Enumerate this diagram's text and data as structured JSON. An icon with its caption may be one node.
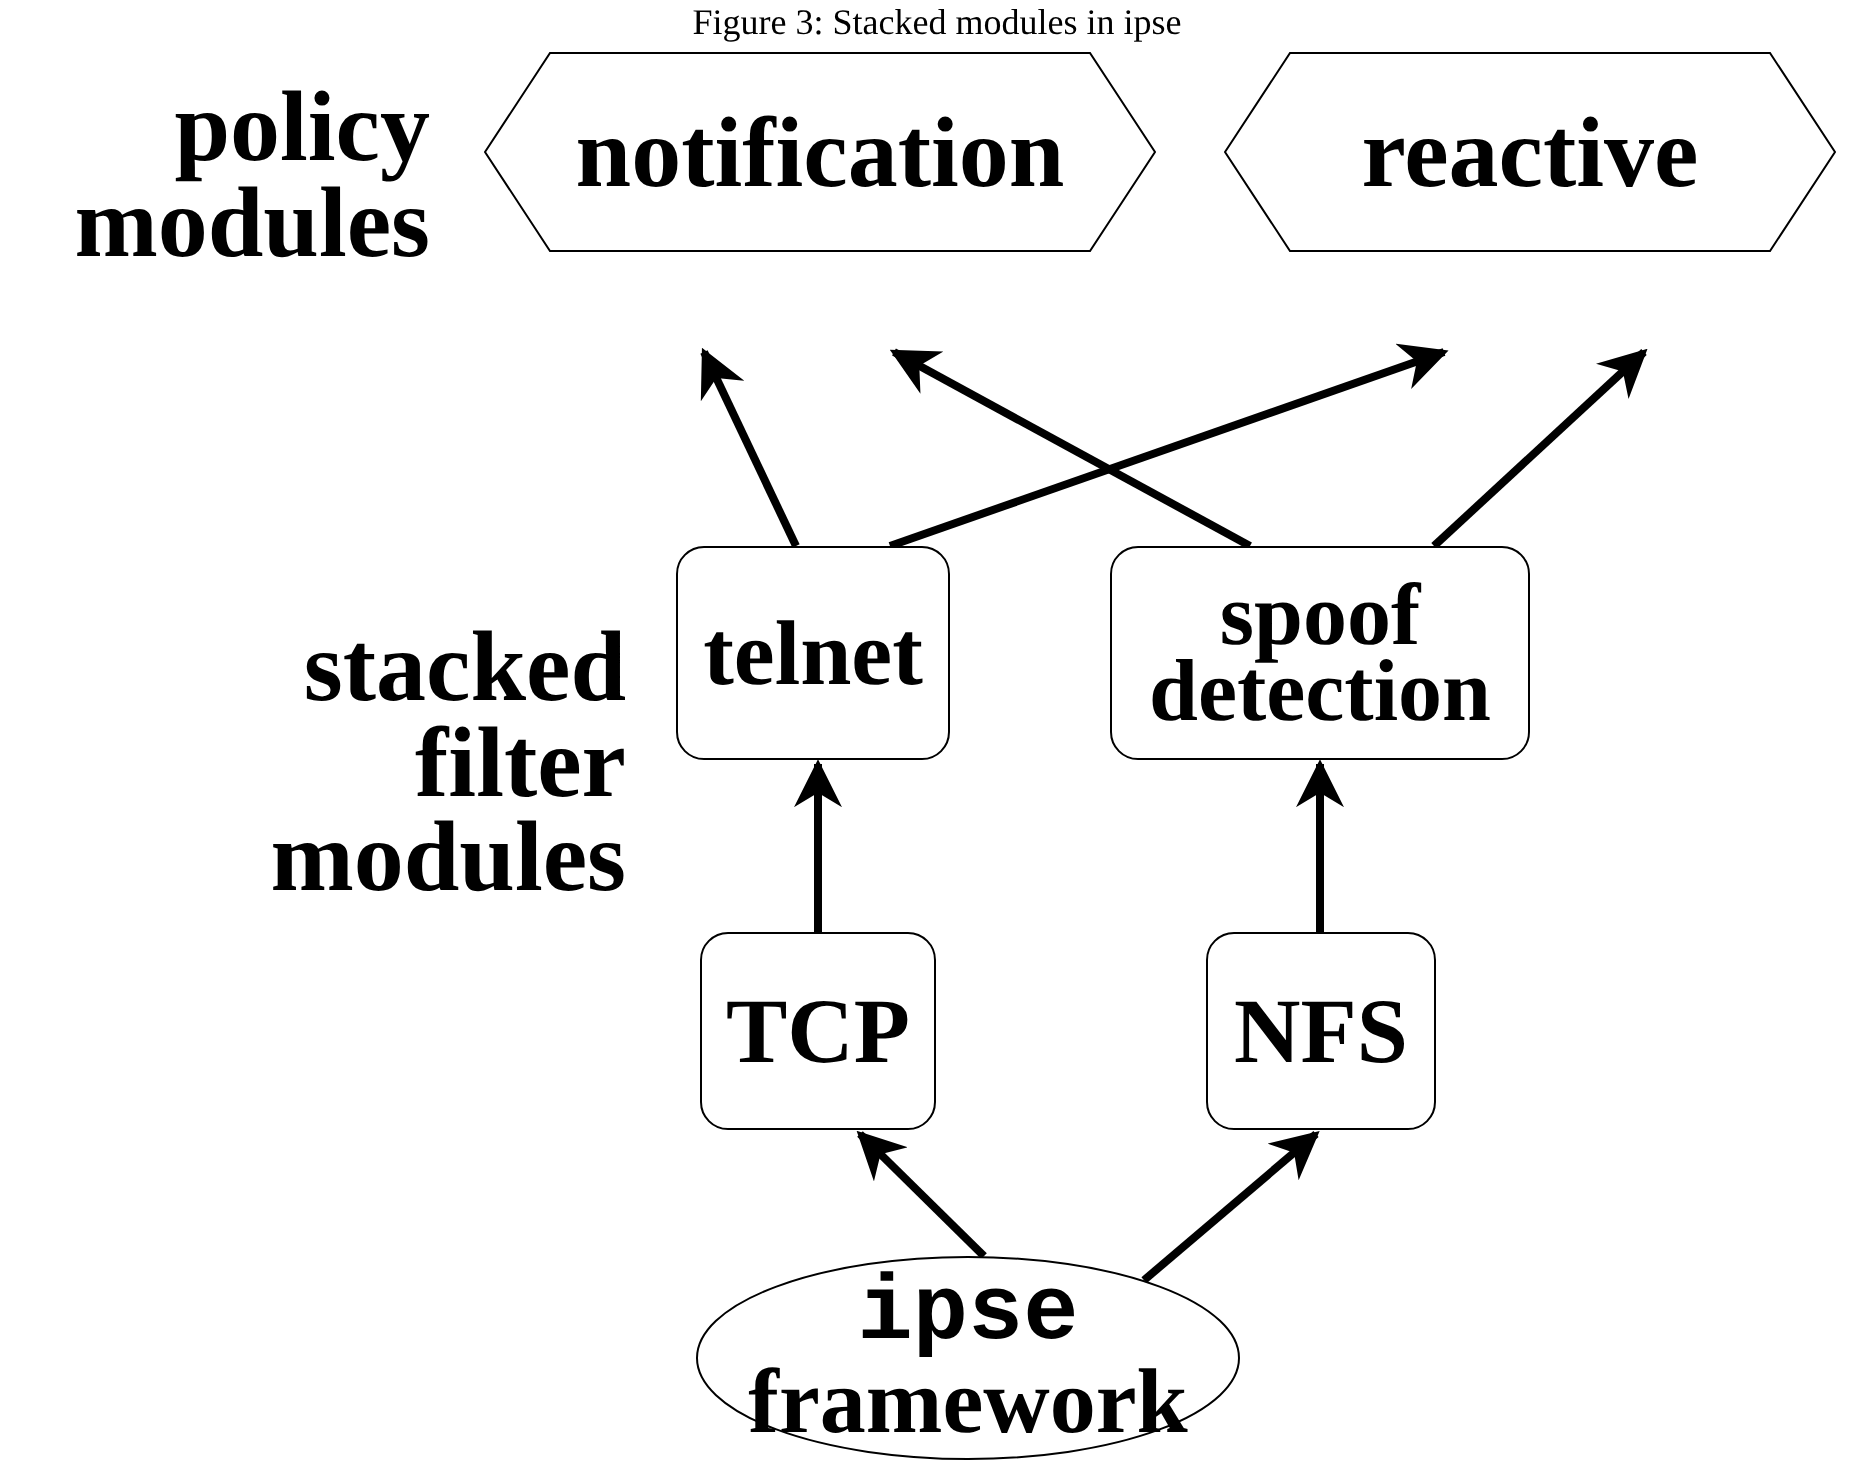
{
  "diagram": {
    "title": "Figure 3: Stacked modules in ipse",
    "nodes": [
      {
        "text": [
          "notification"
        ]
      },
      {
        "text": [
          "reactive"
        ]
      },
      {
        "text": [
          "telnet"
        ]
      },
      {
        "text": [
          "spoof detection"
        ]
      },
      {
        "text": [
          "TCP"
        ]
      },
      {
        "text": [
          "NFS"
        ]
      },
      {
        "text": [
          "ipse",
          "framework"
        ]
      }
    ],
    "edges": [
      {
        "from": 2,
        "to": 0,
        "arrow": "to"
      },
      {
        "from": 2,
        "to": 1,
        "arrow": "to"
      },
      {
        "from": 3,
        "to": 0,
        "arrow": "to"
      },
      {
        "from": 3,
        "to": 1,
        "arrow": "to"
      },
      {
        "from": 4,
        "to": 2,
        "arrow": "to"
      },
      {
        "from": 5,
        "to": 3,
        "arrow": "to"
      },
      {
        "from": 6,
        "to": 4,
        "arrow": "to"
      },
      {
        "from": 6,
        "to": 5,
        "arrow": "to"
      }
    ],
    "labels": [
      "policy modules",
      "stacked filter modules"
    ]
  }
}
